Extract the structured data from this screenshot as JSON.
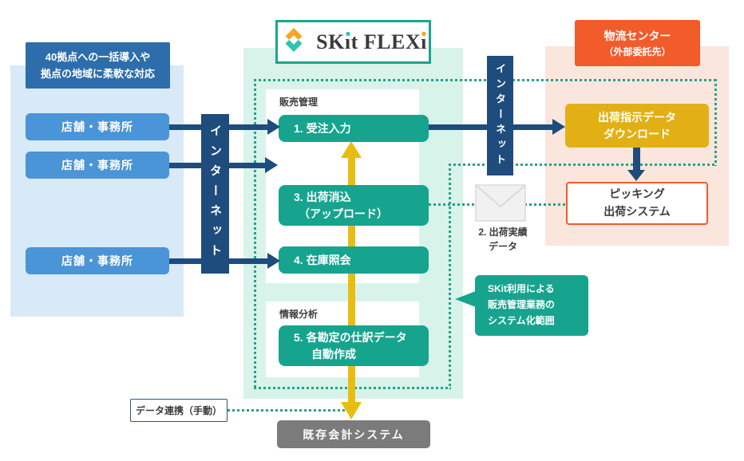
{
  "logo": {
    "text": "SKit FLEXi",
    "pre": "SK",
    "i1": "ı",
    "mid": "t FLEX",
    "i2": "ı"
  },
  "left": {
    "note_line1": "40拠点への一括導入や",
    "note_line2": "拠点の地域に柔軟な対応",
    "offices": [
      "店舗・事務所",
      "店舗・事務所",
      "店舗・事務所"
    ]
  },
  "internet": {
    "left": "インターネット",
    "right": "インターネット"
  },
  "center": {
    "sales_label": "販売管理",
    "analysis_label": "情報分析",
    "box1": "1. 受注入力",
    "box3_line1": "3. 出荷消込",
    "box3_line2": "（アップロード）",
    "box4": "4. 在庫照会",
    "box5_line1": "5. 各勘定の仕訳データ",
    "box5_line2": "自動作成"
  },
  "logistics": {
    "header_line1": "物流センター",
    "header_line2": "（外部委託先）",
    "download_line1": "出荷指示データ",
    "download_line2": "ダウンロード",
    "picking_line1": "ピッキング",
    "picking_line2": "出荷システム",
    "shipment_line1": "2. 出荷実績",
    "shipment_line2": "データ"
  },
  "callout": {
    "line1": "SKit利用による",
    "line2": "販売管理業務の",
    "line3": "システム化範囲"
  },
  "bottom": {
    "manual": "データ連携（手動）",
    "accounting": "既存会計システム"
  },
  "colors": {
    "navy": "#1e4c7d",
    "office_blue": "#4a94d8",
    "note_blue": "#2d6dab",
    "panel_blue": "#d8e9f7",
    "panel_mint": "#d8f3ea",
    "teal": "#16a48e",
    "teal_border": "#1ba58f",
    "dotted_teal": "#25a28c",
    "gold": "#e2b014",
    "yellow_arrow": "#e8bd12",
    "orange": "#f25b2a",
    "panel_pink": "#fbe6dd",
    "gray": "#7b7b7b",
    "logo_teal": "#2bc4b0",
    "logo_orange": "#f5a623"
  }
}
